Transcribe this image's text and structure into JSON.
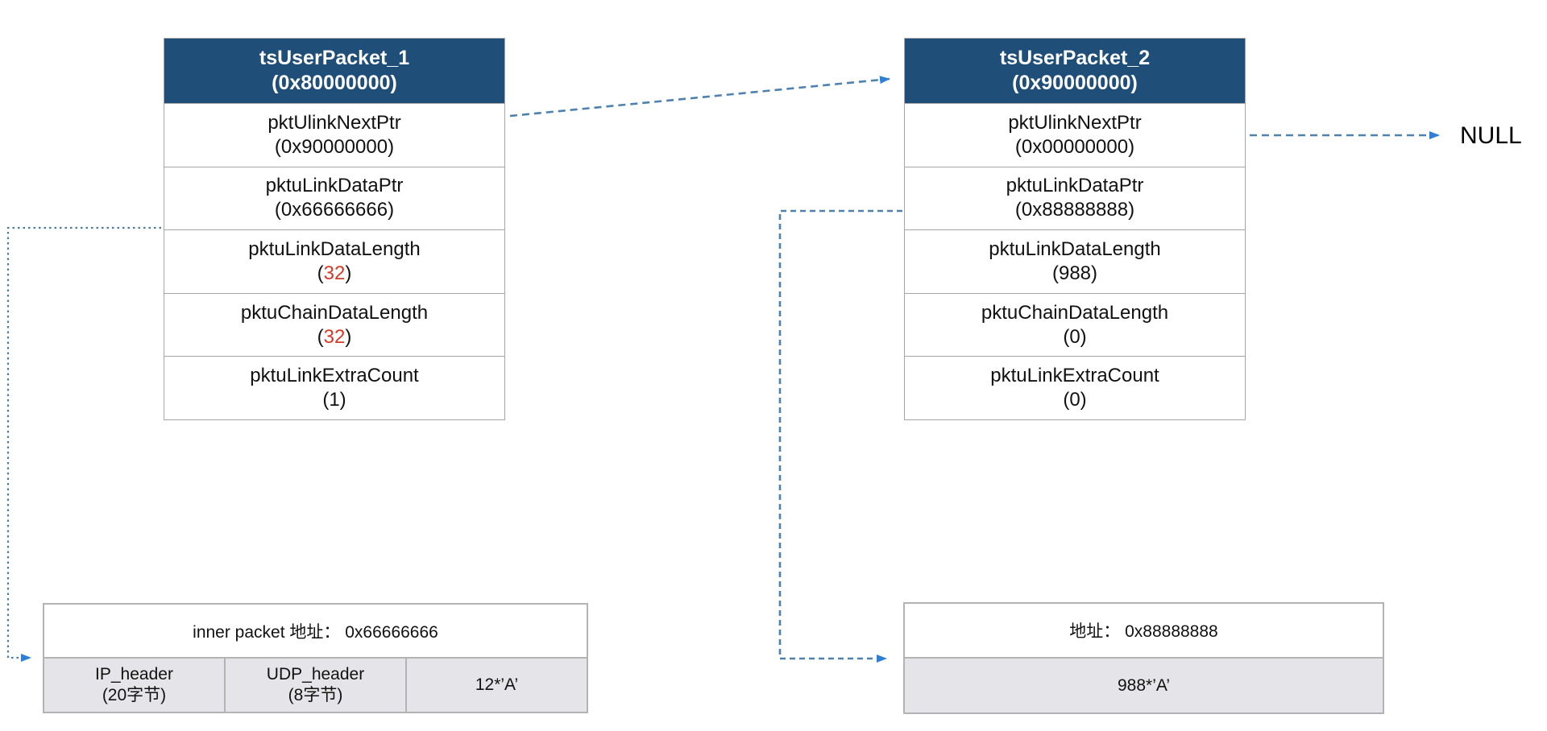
{
  "diagram": {
    "null_label": "NULL"
  },
  "colors": {
    "header_bg": "#1F4E79",
    "header_text": "#FFFFFF",
    "value_red": "#D43A2A",
    "dashed_line_blue": "#4E81AD",
    "dotted_line_blue": "#4A7BA6",
    "arrowhead_blue": "#2E7FD8",
    "buffer_gray_bg": "#E5E5E9",
    "border_gray": "#A6A6A6"
  },
  "packets": [
    {
      "title": "tsUserPacket_1",
      "address": "(0x80000000)",
      "fields": [
        {
          "name": "pktUlinkNextPtr",
          "open": "(",
          "value": "0x90000000",
          "close": ")",
          "value_color": "black"
        },
        {
          "name": "pktuLinkDataPtr",
          "open": "(",
          "value": "0x66666666",
          "close": ")",
          "value_color": "black"
        },
        {
          "name": "pktuLinkDataLength",
          "open": "(",
          "value": "32",
          "close": ")",
          "value_color": "red"
        },
        {
          "name": "pktuChainDataLength",
          "open": "(",
          "value": "32",
          "close": ")",
          "value_color": "red"
        },
        {
          "name": "pktuLinkExtraCount",
          "open": "(",
          "value": "1",
          "close": ")",
          "value_color": "black"
        }
      ]
    },
    {
      "title": "tsUserPacket_2",
      "address": "(0x90000000)",
      "fields": [
        {
          "name": "pktUlinkNextPtr",
          "open": "(",
          "value": "0x00000000",
          "close": ")",
          "value_color": "black"
        },
        {
          "name": "pktuLinkDataPtr",
          "open": "(",
          "value": "0x88888888",
          "close": ")",
          "value_color": "black"
        },
        {
          "name": "pktuLinkDataLength",
          "open": "(",
          "value": "988",
          "close": ")",
          "value_color": "black"
        },
        {
          "name": "pktuChainDataLength",
          "open": "(",
          "value": "0",
          "close": ")",
          "value_color": "black"
        },
        {
          "name": "pktuLinkExtraCount",
          "open": "(",
          "value": "0",
          "close": ")",
          "value_color": "black"
        }
      ]
    }
  ],
  "buffers": {
    "left": {
      "title": "inner packet 地址： 0x66666666",
      "cells": [
        {
          "line1": "IP_header",
          "line2": "(20字节)"
        },
        {
          "line1": "UDP_header",
          "line2": "(8字节)"
        },
        {
          "line1": "12*’A’",
          "line2": ""
        }
      ]
    },
    "right": {
      "title": "地址： 0x88888888",
      "cells": [
        {
          "line1": "988*’A’",
          "line2": ""
        }
      ]
    }
  }
}
